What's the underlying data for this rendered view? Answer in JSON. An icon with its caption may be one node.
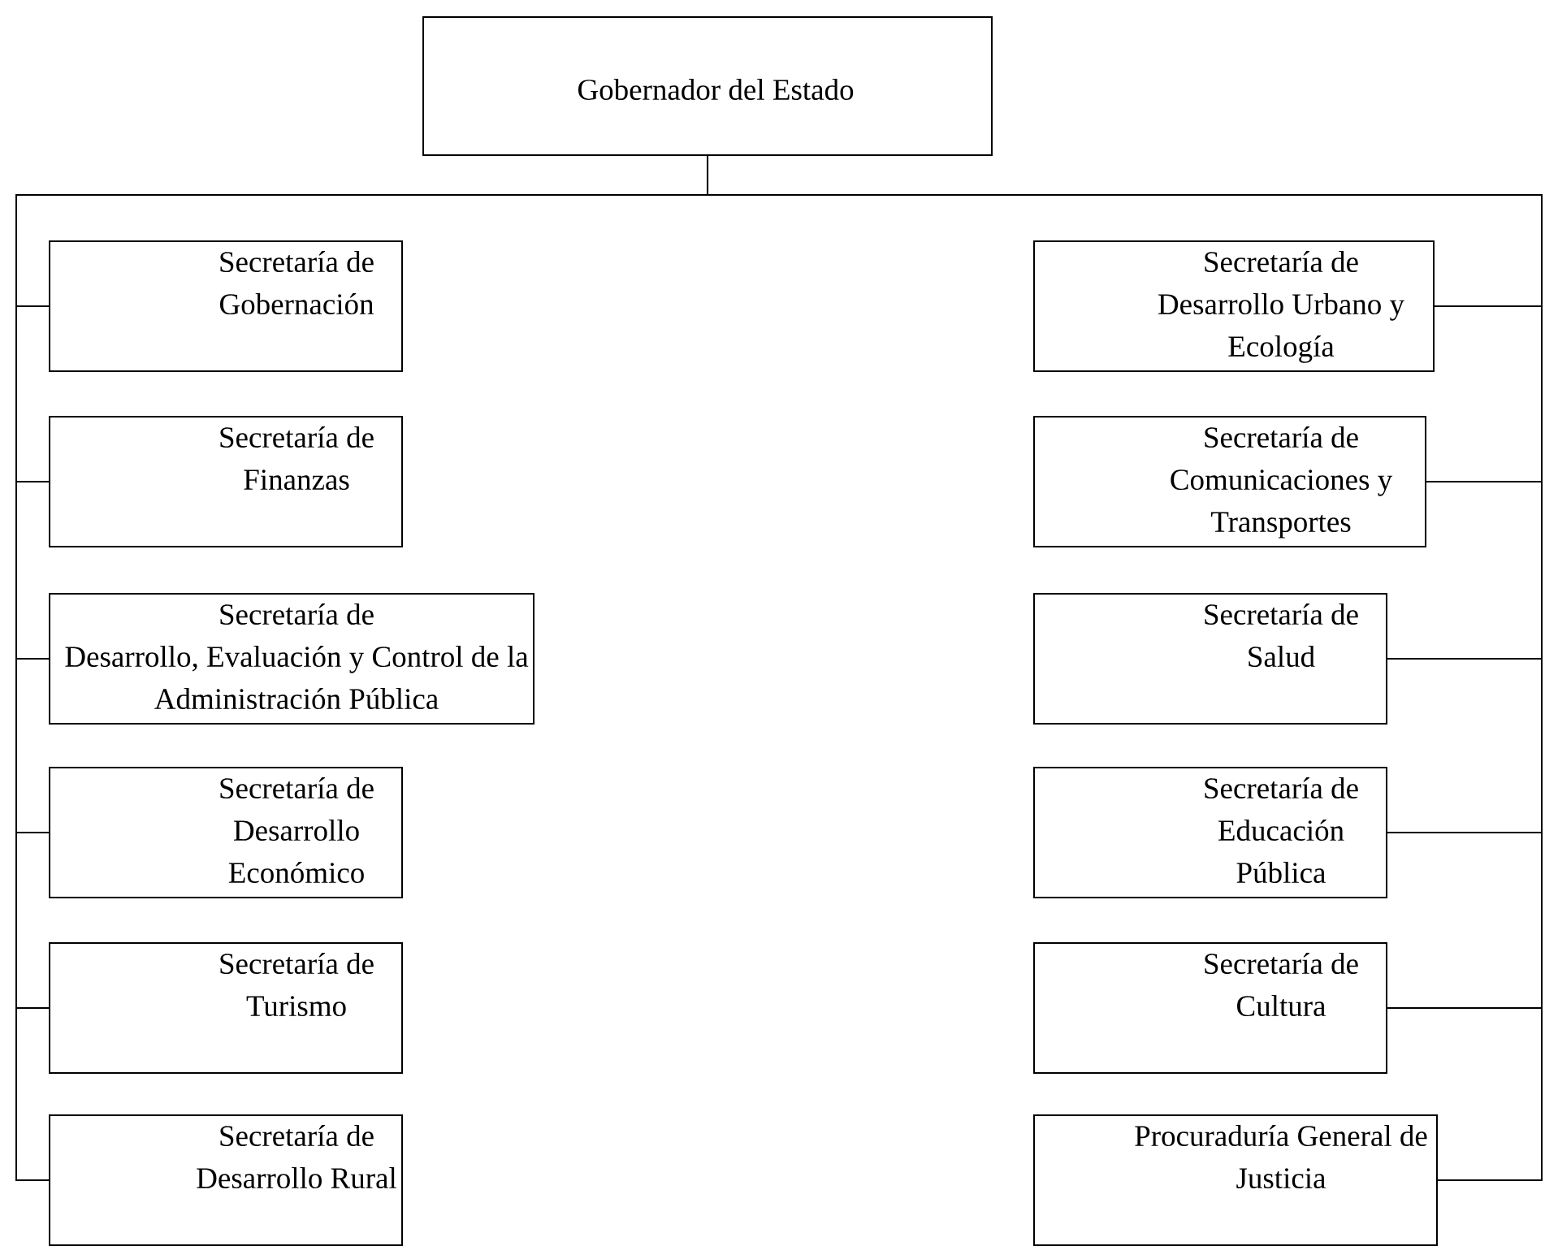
{
  "diagram": {
    "nodes": [
      {
        "text": [
          "Gobernador del Estado"
        ]
      },
      {
        "text": [
          "Secretaría de Gobernación"
        ]
      },
      {
        "text": [
          "Secretaría de Finanzas"
        ]
      },
      {
        "text": [
          "Secretaría de Desarrollo, Evaluación y Control de la Administración Pública"
        ]
      },
      {
        "text": [
          "Secretaría de Desarrollo Económico"
        ]
      },
      {
        "text": [
          "Secretaría de Turismo"
        ]
      },
      {
        "text": [
          "Secretaría de Desarrollo Rural"
        ]
      },
      {
        "text": [
          "Secretaría de Desarrollo Urbano y Ecología"
        ]
      },
      {
        "text": [
          "Secretaría de Comunicaciones y Transportes"
        ]
      },
      {
        "text": [
          "Secretaría de Salud"
        ]
      },
      {
        "text": [
          "Secretaría de Educación Pública"
        ]
      },
      {
        "text": [
          "Secretaría de Cultura"
        ]
      },
      {
        "text": [
          "Procuraduría General de Justicia"
        ]
      }
    ],
    "edges": [
      {
        "from": 0,
        "to": 1,
        "arrow": "none"
      },
      {
        "from": 0,
        "to": 2,
        "arrow": "none"
      },
      {
        "from": 0,
        "to": 3,
        "arrow": "none"
      },
      {
        "from": 0,
        "to": 4,
        "arrow": "none"
      },
      {
        "from": 0,
        "to": 5,
        "arrow": "none"
      },
      {
        "from": 0,
        "to": 6,
        "arrow": "none"
      },
      {
        "from": 0,
        "to": 7,
        "arrow": "none"
      },
      {
        "from": 0,
        "to": 8,
        "arrow": "none"
      },
      {
        "from": 0,
        "to": 9,
        "arrow": "none"
      },
      {
        "from": 0,
        "to": 10,
        "arrow": "none"
      },
      {
        "from": 0,
        "to": 11,
        "arrow": "none"
      },
      {
        "from": 0,
        "to": 12,
        "arrow": "none"
      }
    ]
  }
}
